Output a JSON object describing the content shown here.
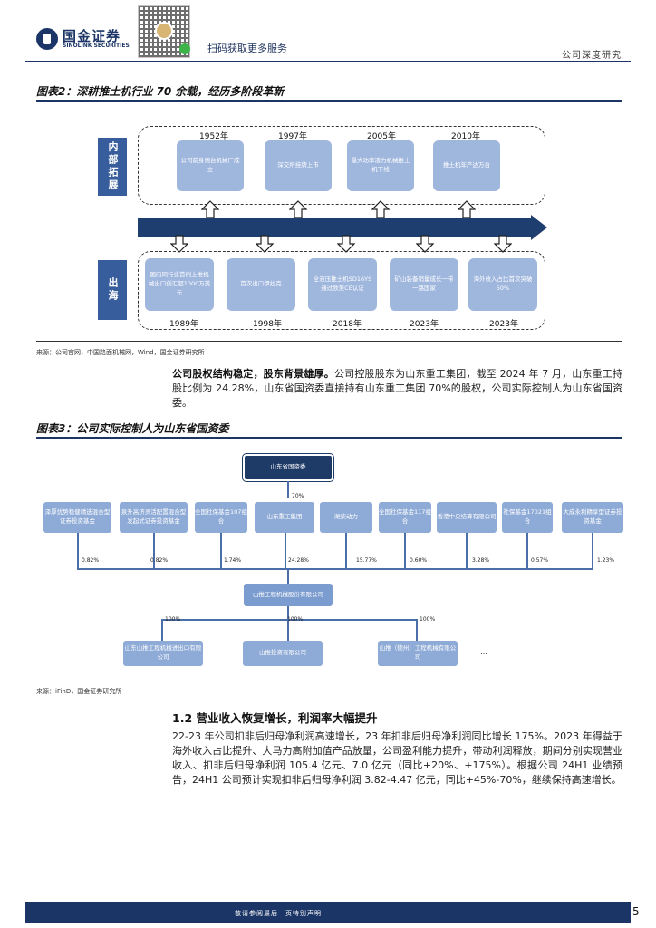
{
  "header": {
    "logo_cn": "国金证券",
    "logo_en": "SINOLINK SECURITIES",
    "scan_text": "扫码获取更多服务",
    "report_type": "公司深度研究"
  },
  "figure2": {
    "title": "图表2：深耕推土机行业 70 余载，经历多阶段革新",
    "domestic_label": "内部拓展",
    "overseas_label": "出海",
    "domestic": [
      {
        "year": "1952年",
        "text": "公司前身烟台机械厂成立"
      },
      {
        "year": "1997年",
        "text": "深交所挂牌上市"
      },
      {
        "year": "2005年",
        "text": "最大功率液力机械推土机下线"
      },
      {
        "year": "2010年",
        "text": "推土机年产达万台"
      }
    ],
    "overseas": [
      {
        "year": "1989年",
        "text": "国内同行业首例上推机械出口创汇超1000万美元"
      },
      {
        "year": "1998年",
        "text": "首次出口伊拉克"
      },
      {
        "year": "2018年",
        "text": "全液压推土机SD16YS通过欧美CE认证"
      },
      {
        "year": "2023年",
        "text": "矿山装备销量成长一带一路国家"
      },
      {
        "year": "2023年",
        "text": "海外收入占比首次突破50%"
      }
    ],
    "source": "来源：公司官网，中国路面机械网，Wind，国金证券研究所"
  },
  "para1": {
    "bold": "公司股权结构稳定，股东背景雄厚。",
    "text": "公司控股股东为山东重工集团，截至 2024 年 7 月，山东重工持股比例为 24.28%，山东省国资委直接持有山东重工集团 70%的股权，公司实际控制人为山东省国资委。"
  },
  "figure3": {
    "title": "图表3：公司实际控制人为山东省国资委",
    "top": "山东省国资委",
    "top_pct": "70%",
    "holders": [
      {
        "name": "泽厚优势稳健精选混合型证券投资基金",
        "pct": "0.82%"
      },
      {
        "name": "泉升高济灵活配置混合型发起式证券投资基金",
        "pct": "0.82%"
      },
      {
        "name": "全国社保基金107组合",
        "pct": "1.74%"
      },
      {
        "name": "山东重工集团",
        "pct": "24.28%"
      },
      {
        "name": "潍柴动力",
        "pct": "15.77%"
      },
      {
        "name": "全国社保基金117组合",
        "pct": "0.60%"
      },
      {
        "name": "香港中央结算有限公司",
        "pct": "3.28%"
      },
      {
        "name": "社保基金17021组合",
        "pct": "0.57%"
      },
      {
        "name": "大成永利精享型证券投资基金",
        "pct": "1.23%"
      }
    ],
    "company": "山推工程机械股份有限公司",
    "subsidiaries": [
      {
        "name": "山东山推工程机械进出口有限公司",
        "pct": "100%"
      },
      {
        "name": "山推投资有限公司",
        "pct": "100%"
      },
      {
        "name": "山推（德州）工程机械有限公司",
        "pct": "100%"
      }
    ],
    "ellipsis": "…",
    "source": "来源：iFinD，国金证券研究所"
  },
  "section": {
    "heading": "1.2 营业收入恢复增长，利润率大幅提升",
    "text": "22-23 年公司扣非后归母净利润高速增长，23 年扣非后归母净利润同比增长 175%。2023 年得益于海外收入占比提升、大马力高附加值产品放量，公司盈利能力提升，带动利润释放，期间分别实现营业收入、扣非后归母净利润 105.4 亿元、7.0 亿元（同比+20%、+175%）。根据公司 24H1 业绩预告，24H1 公司预计实现扣非后归母净利润 3.82-4.47 亿元，同比+45%-70%，继续保持高速增长。"
  },
  "footer": {
    "disclaimer": "敬请参阅最后一页特别声明",
    "page": "5"
  }
}
